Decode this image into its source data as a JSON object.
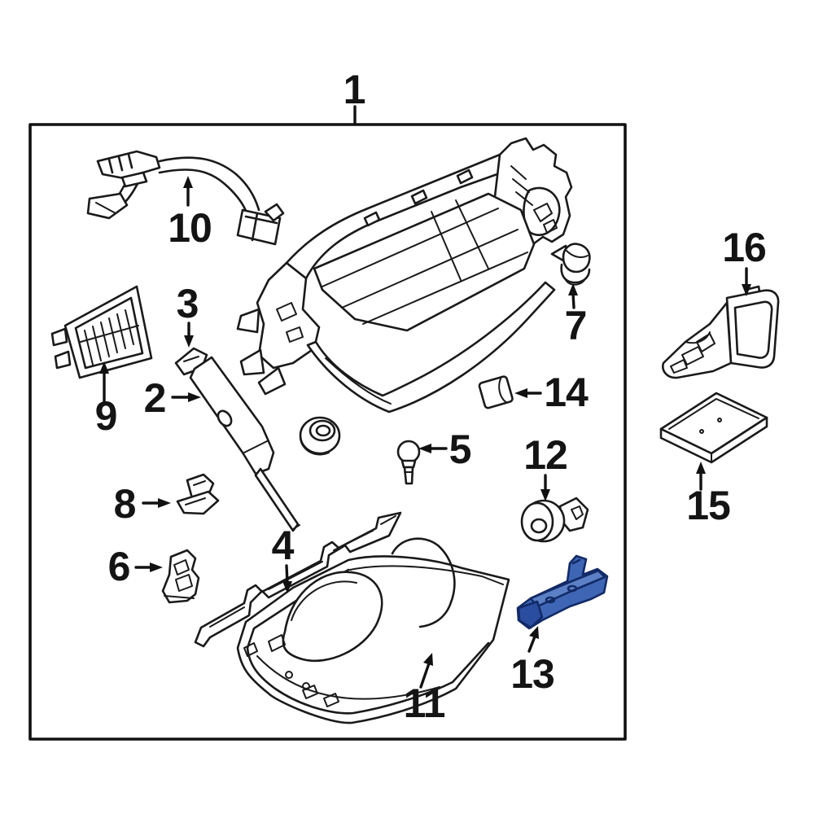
{
  "figure": {
    "kind": "exploded-parts-diagram",
    "background_color": "#ffffff",
    "line_color": "#1a1a1a",
    "highlight_fill": "#3e66b4",
    "highlight_fill_light": "#5c80c6",
    "highlight_fill_dark": "#2a4da0",
    "highlight_outline": "#122a66"
  },
  "parts": [
    {
      "number": "1",
      "highlighted": false
    },
    {
      "number": "2",
      "highlighted": false
    },
    {
      "number": "3",
      "highlighted": false
    },
    {
      "number": "4",
      "highlighted": false
    },
    {
      "number": "5",
      "highlighted": false
    },
    {
      "number": "6",
      "highlighted": false
    },
    {
      "number": "7",
      "highlighted": false
    },
    {
      "number": "8",
      "highlighted": false
    },
    {
      "number": "9",
      "highlighted": false
    },
    {
      "number": "10",
      "highlighted": false
    },
    {
      "number": "11",
      "highlighted": false
    },
    {
      "number": "12",
      "highlighted": false
    },
    {
      "number": "13",
      "highlighted": true
    },
    {
      "number": "14",
      "highlighted": false
    },
    {
      "number": "15",
      "highlighted": false
    },
    {
      "number": "16",
      "highlighted": false
    }
  ]
}
